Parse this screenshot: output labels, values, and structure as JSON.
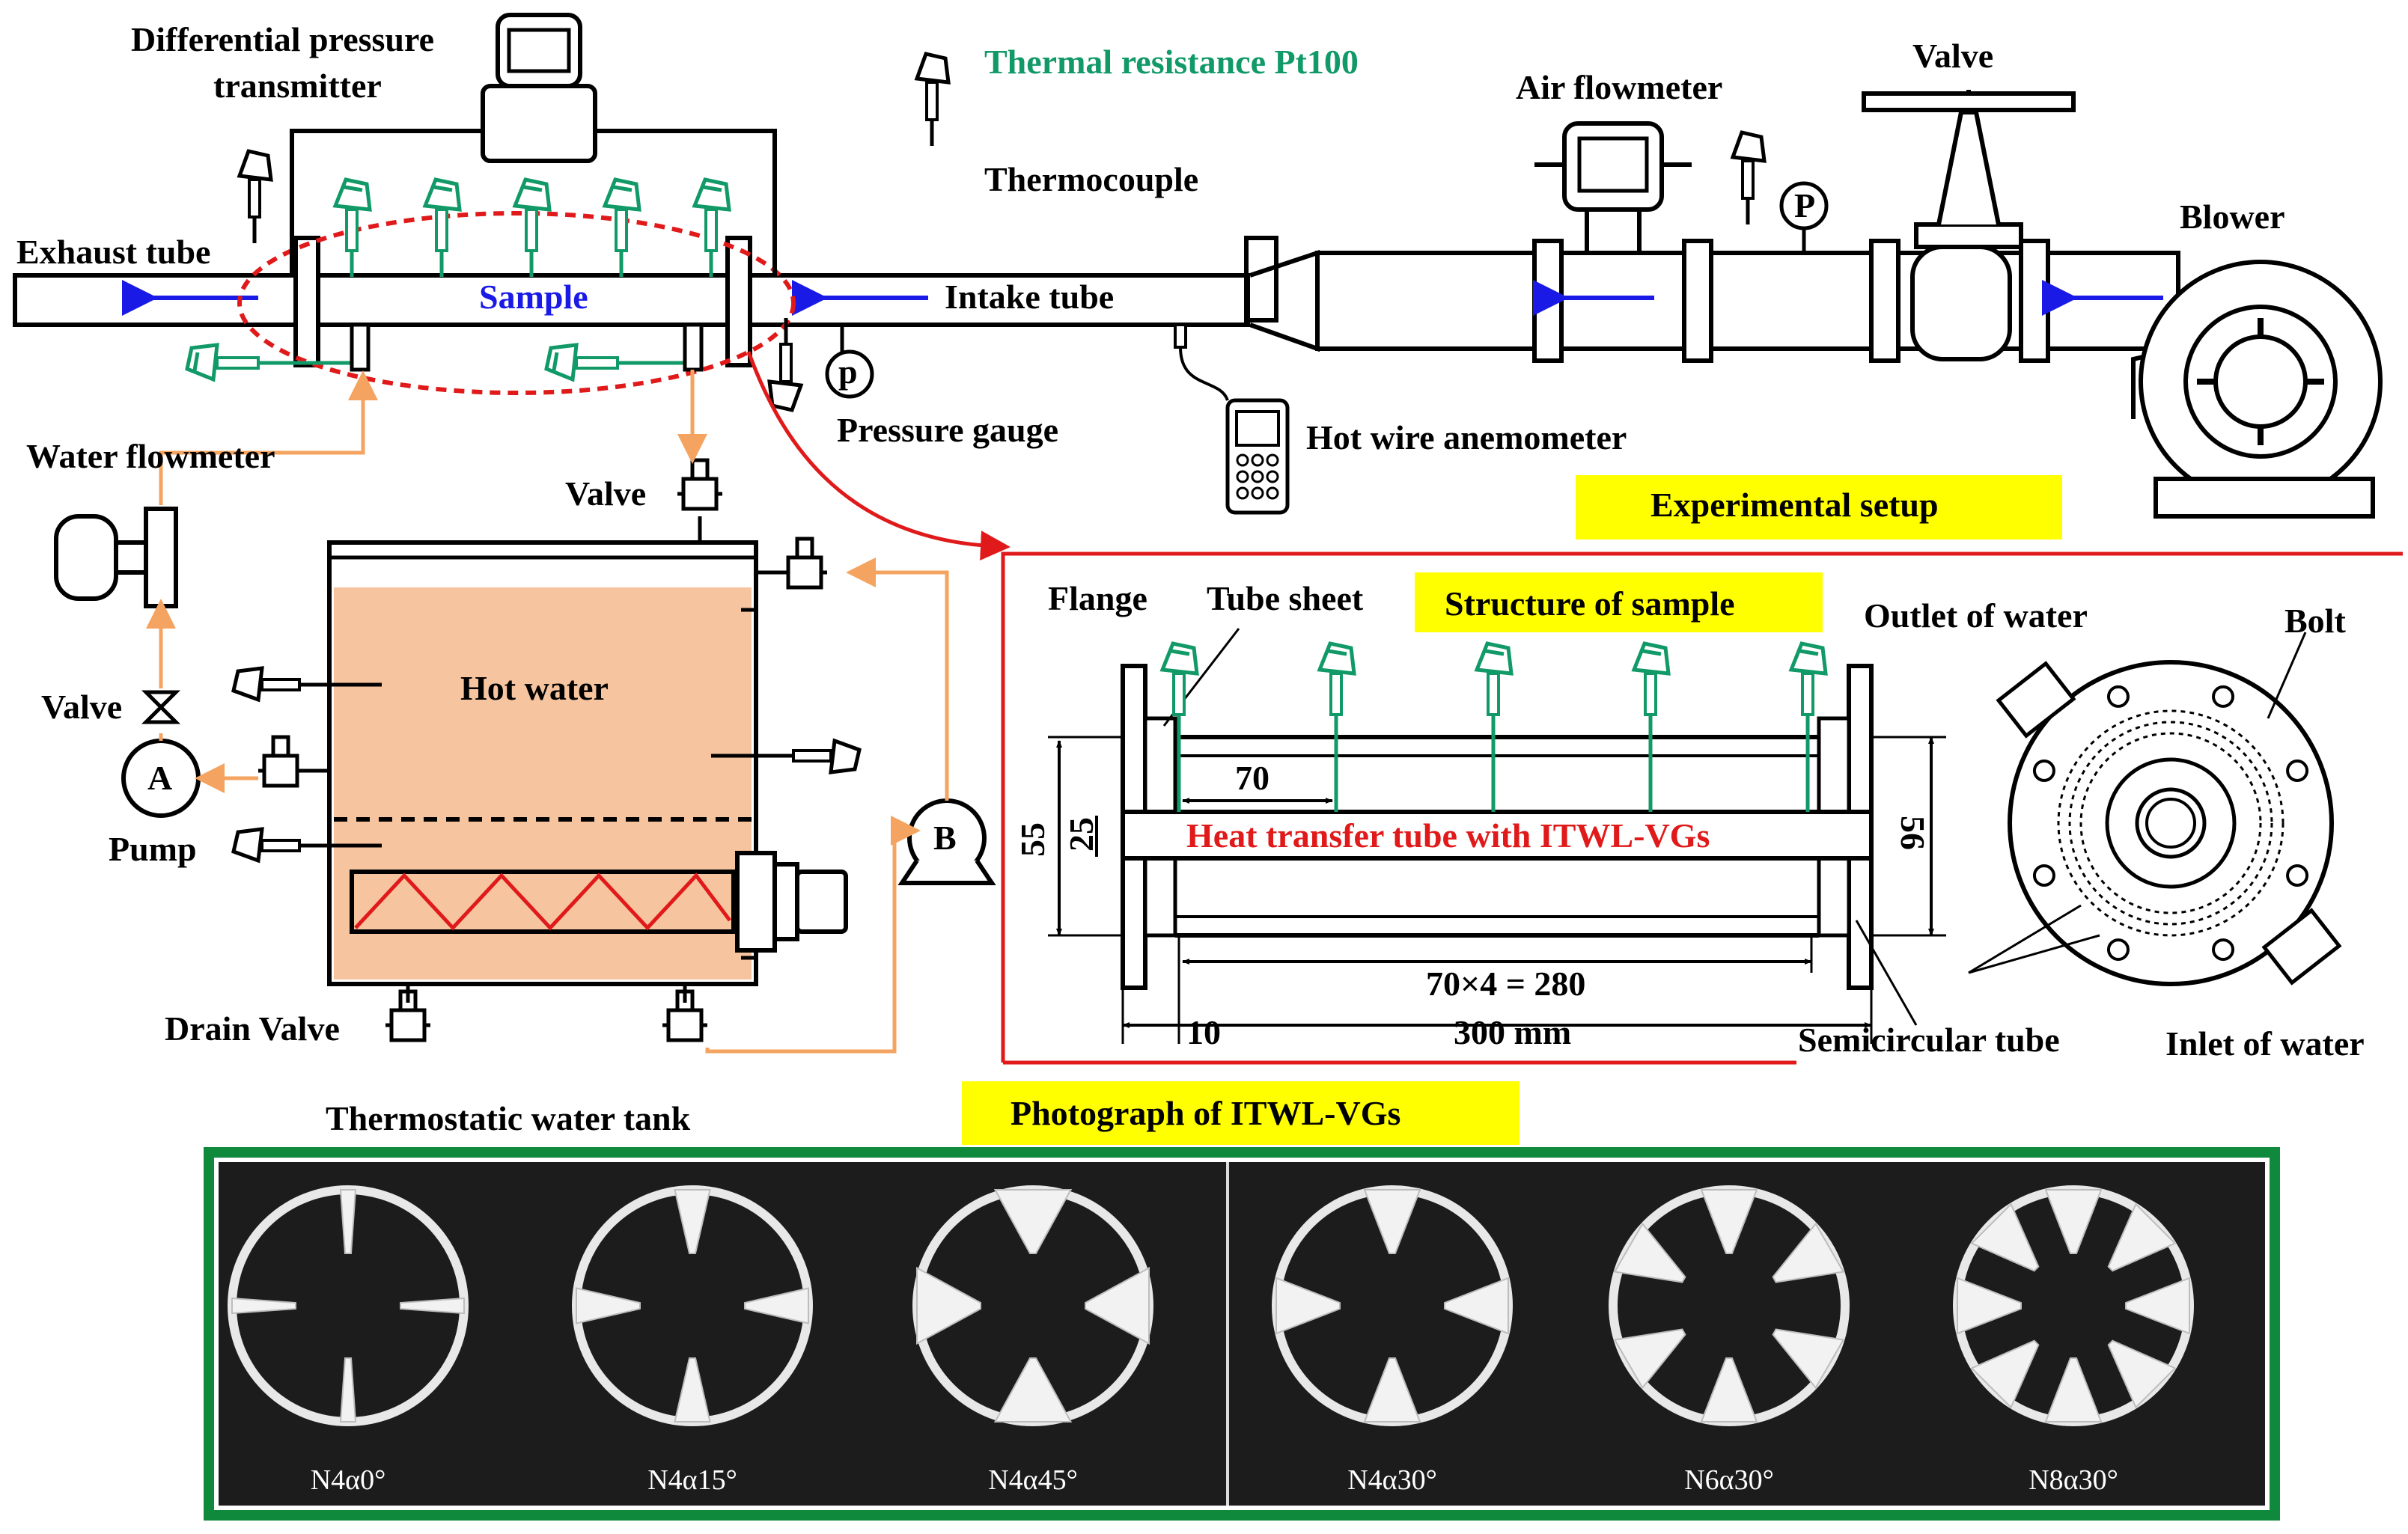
{
  "colors": {
    "sensor_green": "#119a68",
    "flow_blue": "#1a1ae6",
    "pipe_orange": "#f4a460",
    "water_fill": "#f7c4a0",
    "highlight_yellow": "#ffff00",
    "frame_green": "#0f8a3c",
    "detail_red": "#e01a1a"
  },
  "legend": {
    "thermal_resistance": "Thermal resistance Pt100",
    "thermocouple": "Thermocouple"
  },
  "setup": {
    "differential_pressure_line1": "Differential pressure",
    "differential_pressure_line2": "transmitter",
    "exhaust_tube": "Exhaust tube",
    "sample": "Sample",
    "intake_tube": "Intake tube",
    "pressure_gauge": "Pressure gauge",
    "pressure_gauge_symbol": "p",
    "air_flowmeter": "Air flowmeter",
    "pressure_symbol": "P",
    "valve_top": "Valve",
    "blower": "Blower",
    "hot_wire_anemometer": "Hot wire anemometer",
    "experimental_setup": "Experimental setup",
    "water_flowmeter": "Water flowmeter",
    "valve_left": "Valve",
    "pump_a_letter": "A",
    "pump": "Pump",
    "valve_tank": "Valve",
    "hot_water": "Hot water",
    "pump_b_letter": "B",
    "drain_valve": "Drain Valve",
    "thermostatic_tank": "Thermostatic water tank"
  },
  "sample_structure": {
    "title": "Structure of sample",
    "flange": "Flange",
    "tube_sheet": "Tube sheet",
    "heat_transfer_tube": "Heat transfer tube with ITWL-VGs",
    "dim_70": "70",
    "dim_55": "55",
    "dim_25": "25",
    "dim_56": "56",
    "dim_280": "70×4 = 280",
    "dim_10": "10",
    "dim_300": "300 mm",
    "outlet_of_water": "Outlet of water",
    "bolt": "Bolt",
    "semicircular_tube": "Semicircular tube",
    "inlet_of_water": "Inlet of water"
  },
  "photo": {
    "title": "Photograph of ITWL-VGs",
    "samples": [
      {
        "label": "N4α0°",
        "vanes": 4,
        "angle": 0
      },
      {
        "label": "N4α15°",
        "vanes": 4,
        "angle": 15
      },
      {
        "label": "N4α45°",
        "vanes": 4,
        "angle": 45
      },
      {
        "label": "N4α30°",
        "vanes": 4,
        "angle": 30
      },
      {
        "label": "N6α30°",
        "vanes": 6,
        "angle": 30
      },
      {
        "label": "N8α30°",
        "vanes": 8,
        "angle": 30
      }
    ]
  }
}
